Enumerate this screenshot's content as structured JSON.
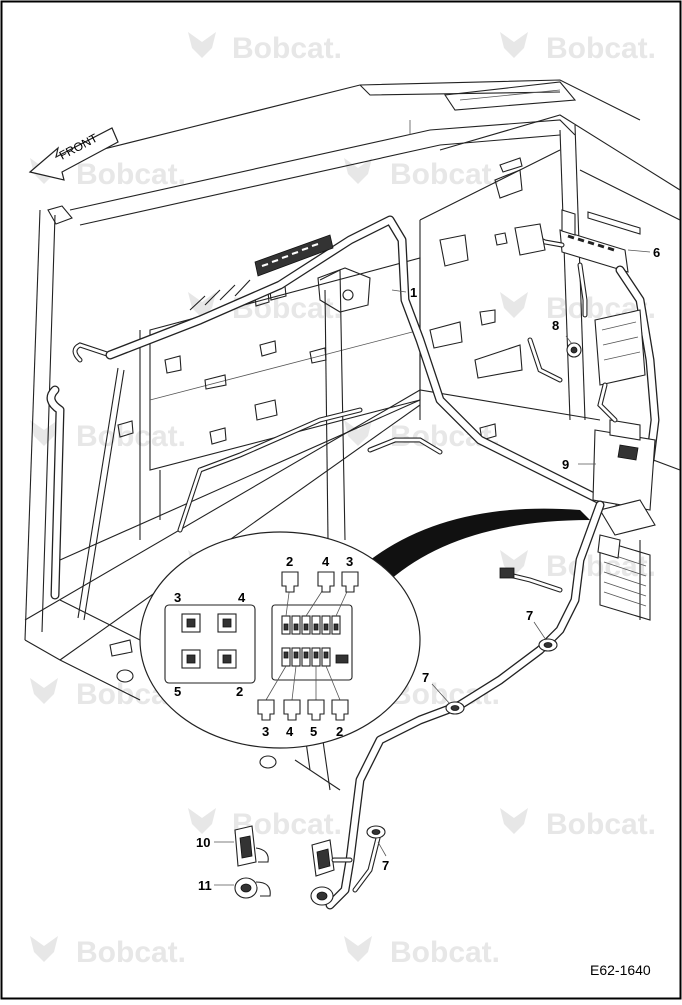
{
  "watermark": "Bobcat.",
  "front_label": "FRONT",
  "figure_id": "E62-1640",
  "callouts": {
    "c1": "1",
    "c6": "6",
    "c8": "8",
    "c9": "9",
    "c7a": "7",
    "c7b": "7",
    "c7c": "7",
    "c10": "10",
    "c11": "11"
  },
  "detail": {
    "relay_labels": {
      "r3": "3",
      "r4": "4",
      "r5": "5",
      "r2": "2"
    },
    "fuse_top_labels": [
      "2",
      "4",
      "3"
    ],
    "fuse_bottom_labels": [
      "3",
      "4",
      "5",
      "2"
    ]
  },
  "colors": {
    "line": "#222222",
    "watermark": "#e7e7e7",
    "background": "#ffffff"
  }
}
